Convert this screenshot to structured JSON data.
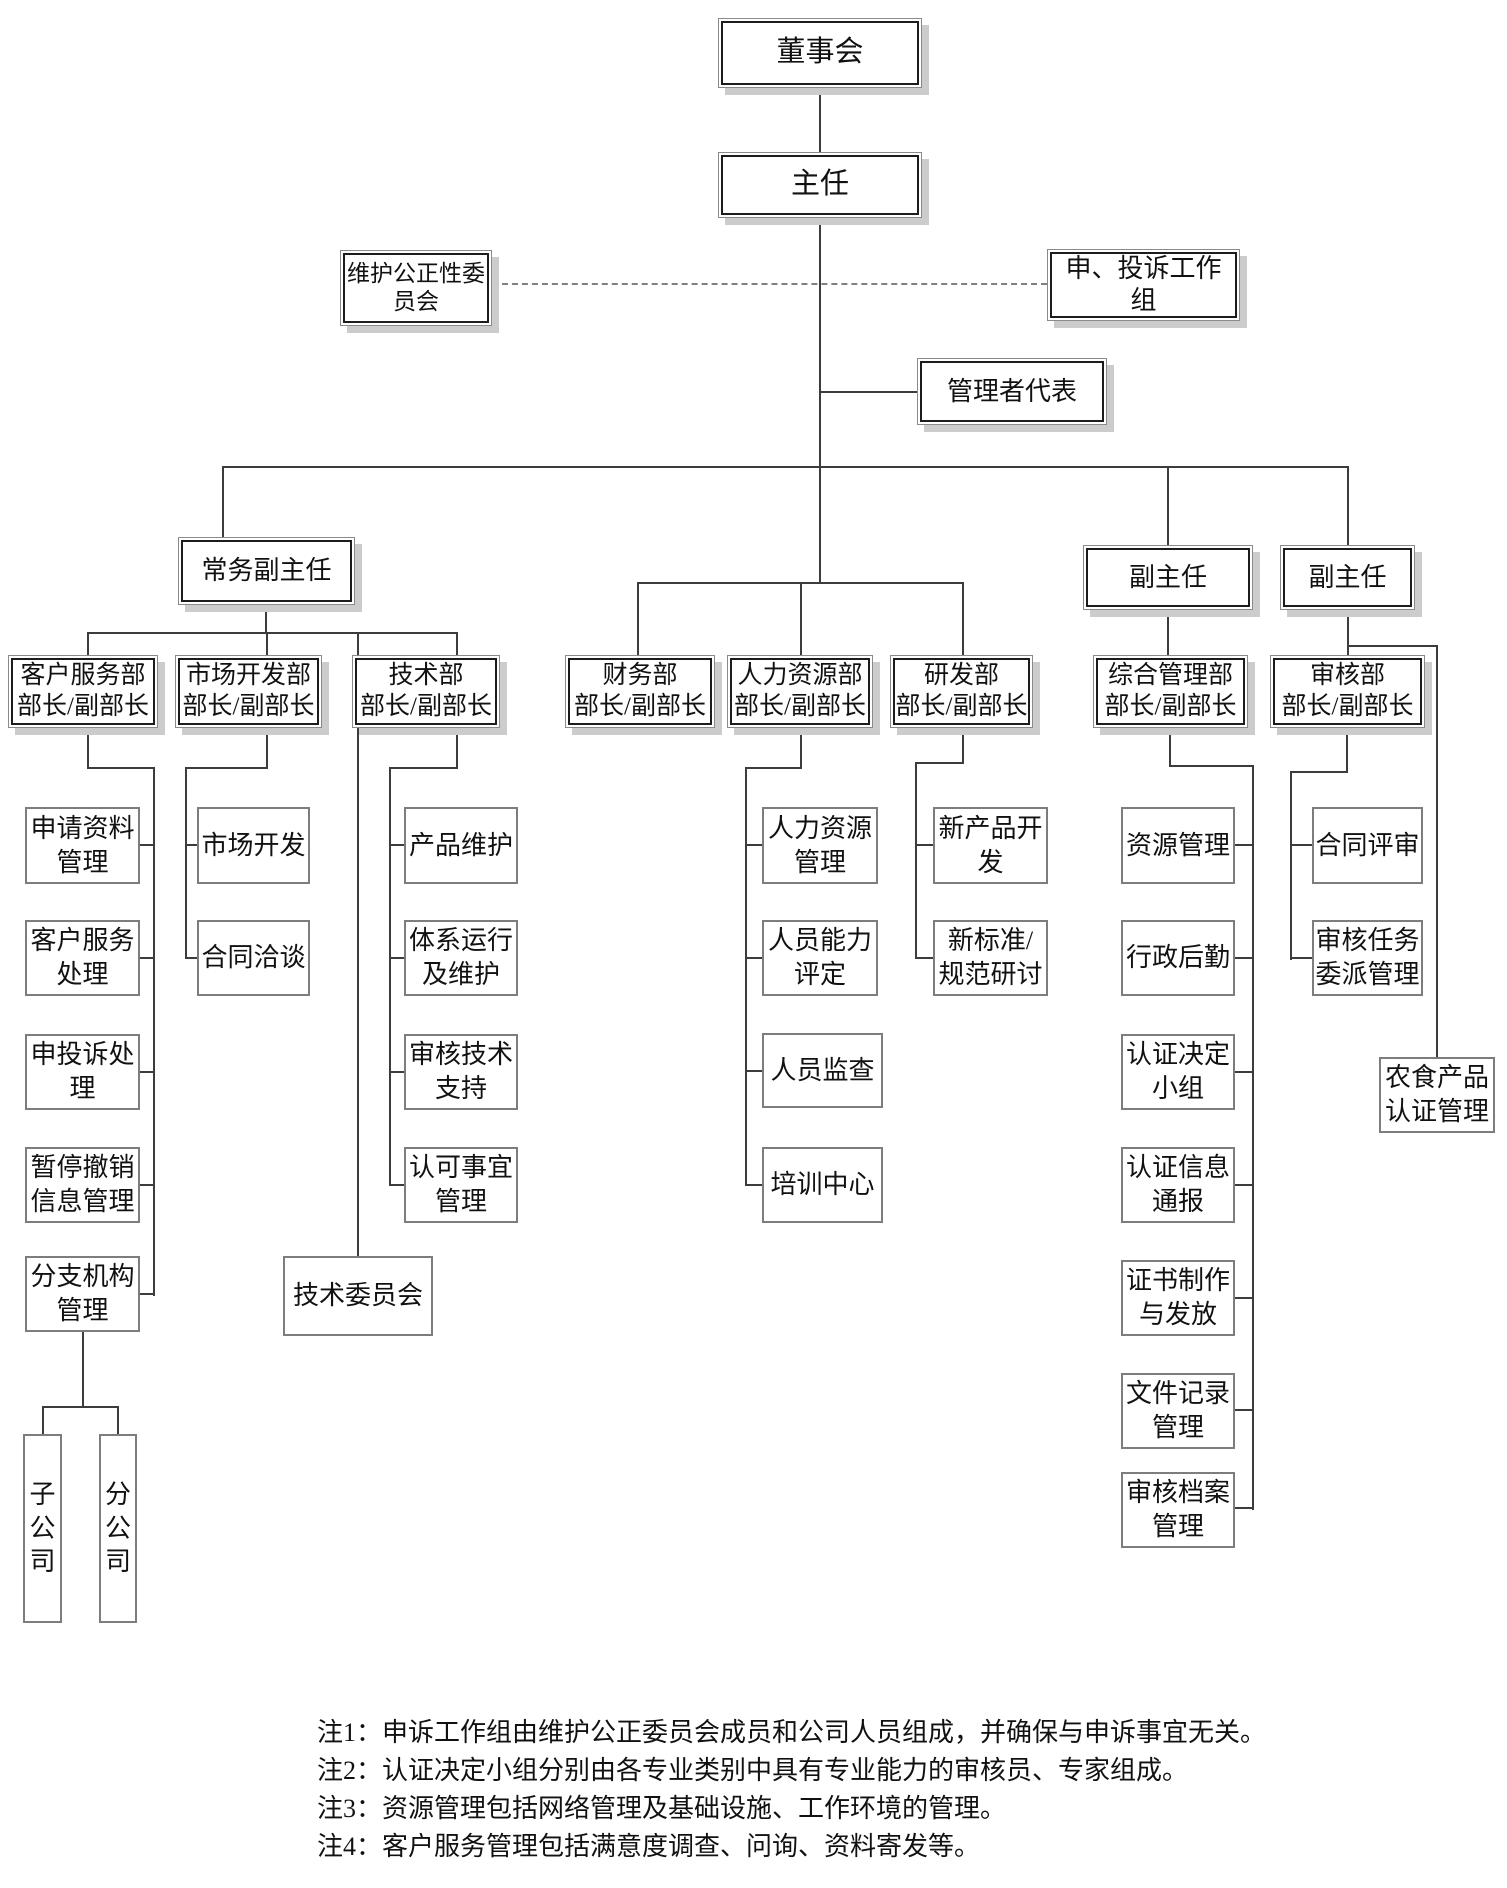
{
  "nodes": {
    "board": "董事会",
    "director": "主任",
    "impartiality_committee": "维护公正性委\n员会",
    "complaint_group": "申、投诉工作\n组",
    "mgmt_rep": "管理者代表",
    "exec_deputy_director": "常务副主任",
    "deputy_director_1": "副主任",
    "deputy_director_2": "副主任",
    "dept_customer": "客户服务部\n部长/副部长",
    "dept_market": "市场开发部\n部长/副部长",
    "dept_tech": "技术部\n部长/副部长",
    "dept_finance": "财务部\n部长/副部长",
    "dept_hr": "人力资源部\n部长/副部长",
    "dept_rd": "研发部\n部长/副部长",
    "dept_admin": "综合管理部\n部长/副部长",
    "dept_audit": "审核部\n部长/副部长",
    "app_materials": "申请资料\n管理",
    "customer_service_handling": "客户服务\n处理",
    "complaint_handling": "申投诉处\n理",
    "suspension_info": "暂停撤销\n信息管理",
    "branch_mgmt": "分支机构\n管理",
    "subsidiary": "子\n公\n司",
    "branch_company": "分\n公\n司",
    "market_dev": "市场开发",
    "contract_negotiation": "合同洽谈",
    "product_maintenance": "产品维护",
    "system_operation": "体系运行\n及维护",
    "audit_tech_support": "审核技术\n支持",
    "accreditation_affairs": "认可事宜\n管理",
    "tech_committee": "技术委员会",
    "hr_mgmt": "人力资源\n管理",
    "competence_eval": "人员能力\n评定",
    "personnel_monitoring": "人员监查",
    "training_center": "培训中心",
    "new_product_dev": "新产品开\n发",
    "new_standard": "新标准/\n规范研讨",
    "resource_mgmt": "资源管理",
    "admin_logistics": "行政后勤",
    "cert_decision_team": "认证决定\n小组",
    "cert_info_notify": "认证信息\n通报",
    "cert_production": "证书制作\n与发放",
    "doc_record_mgmt": "文件记录\n管理",
    "audit_archive_mgmt": "审核档案\n管理",
    "contract_review": "合同评审",
    "audit_task_assign": "审核任务\n委派管理",
    "agrifood_cert": "农食产品\n认证管理"
  },
  "notes": {
    "n1": "注1：申诉工作组由维护公正委员会成员和公司人员组成，并确保与申诉事宜无关。",
    "n2": "注2：认证决定小组分别由各专业类别中具有专业能力的审核员、专家组成。",
    "n3": "注3：资源管理包括网络管理及基础设施、工作环境的管理。",
    "n4": "注4：客户服务管理包括满意度调查、问询、资料寄发等。"
  }
}
